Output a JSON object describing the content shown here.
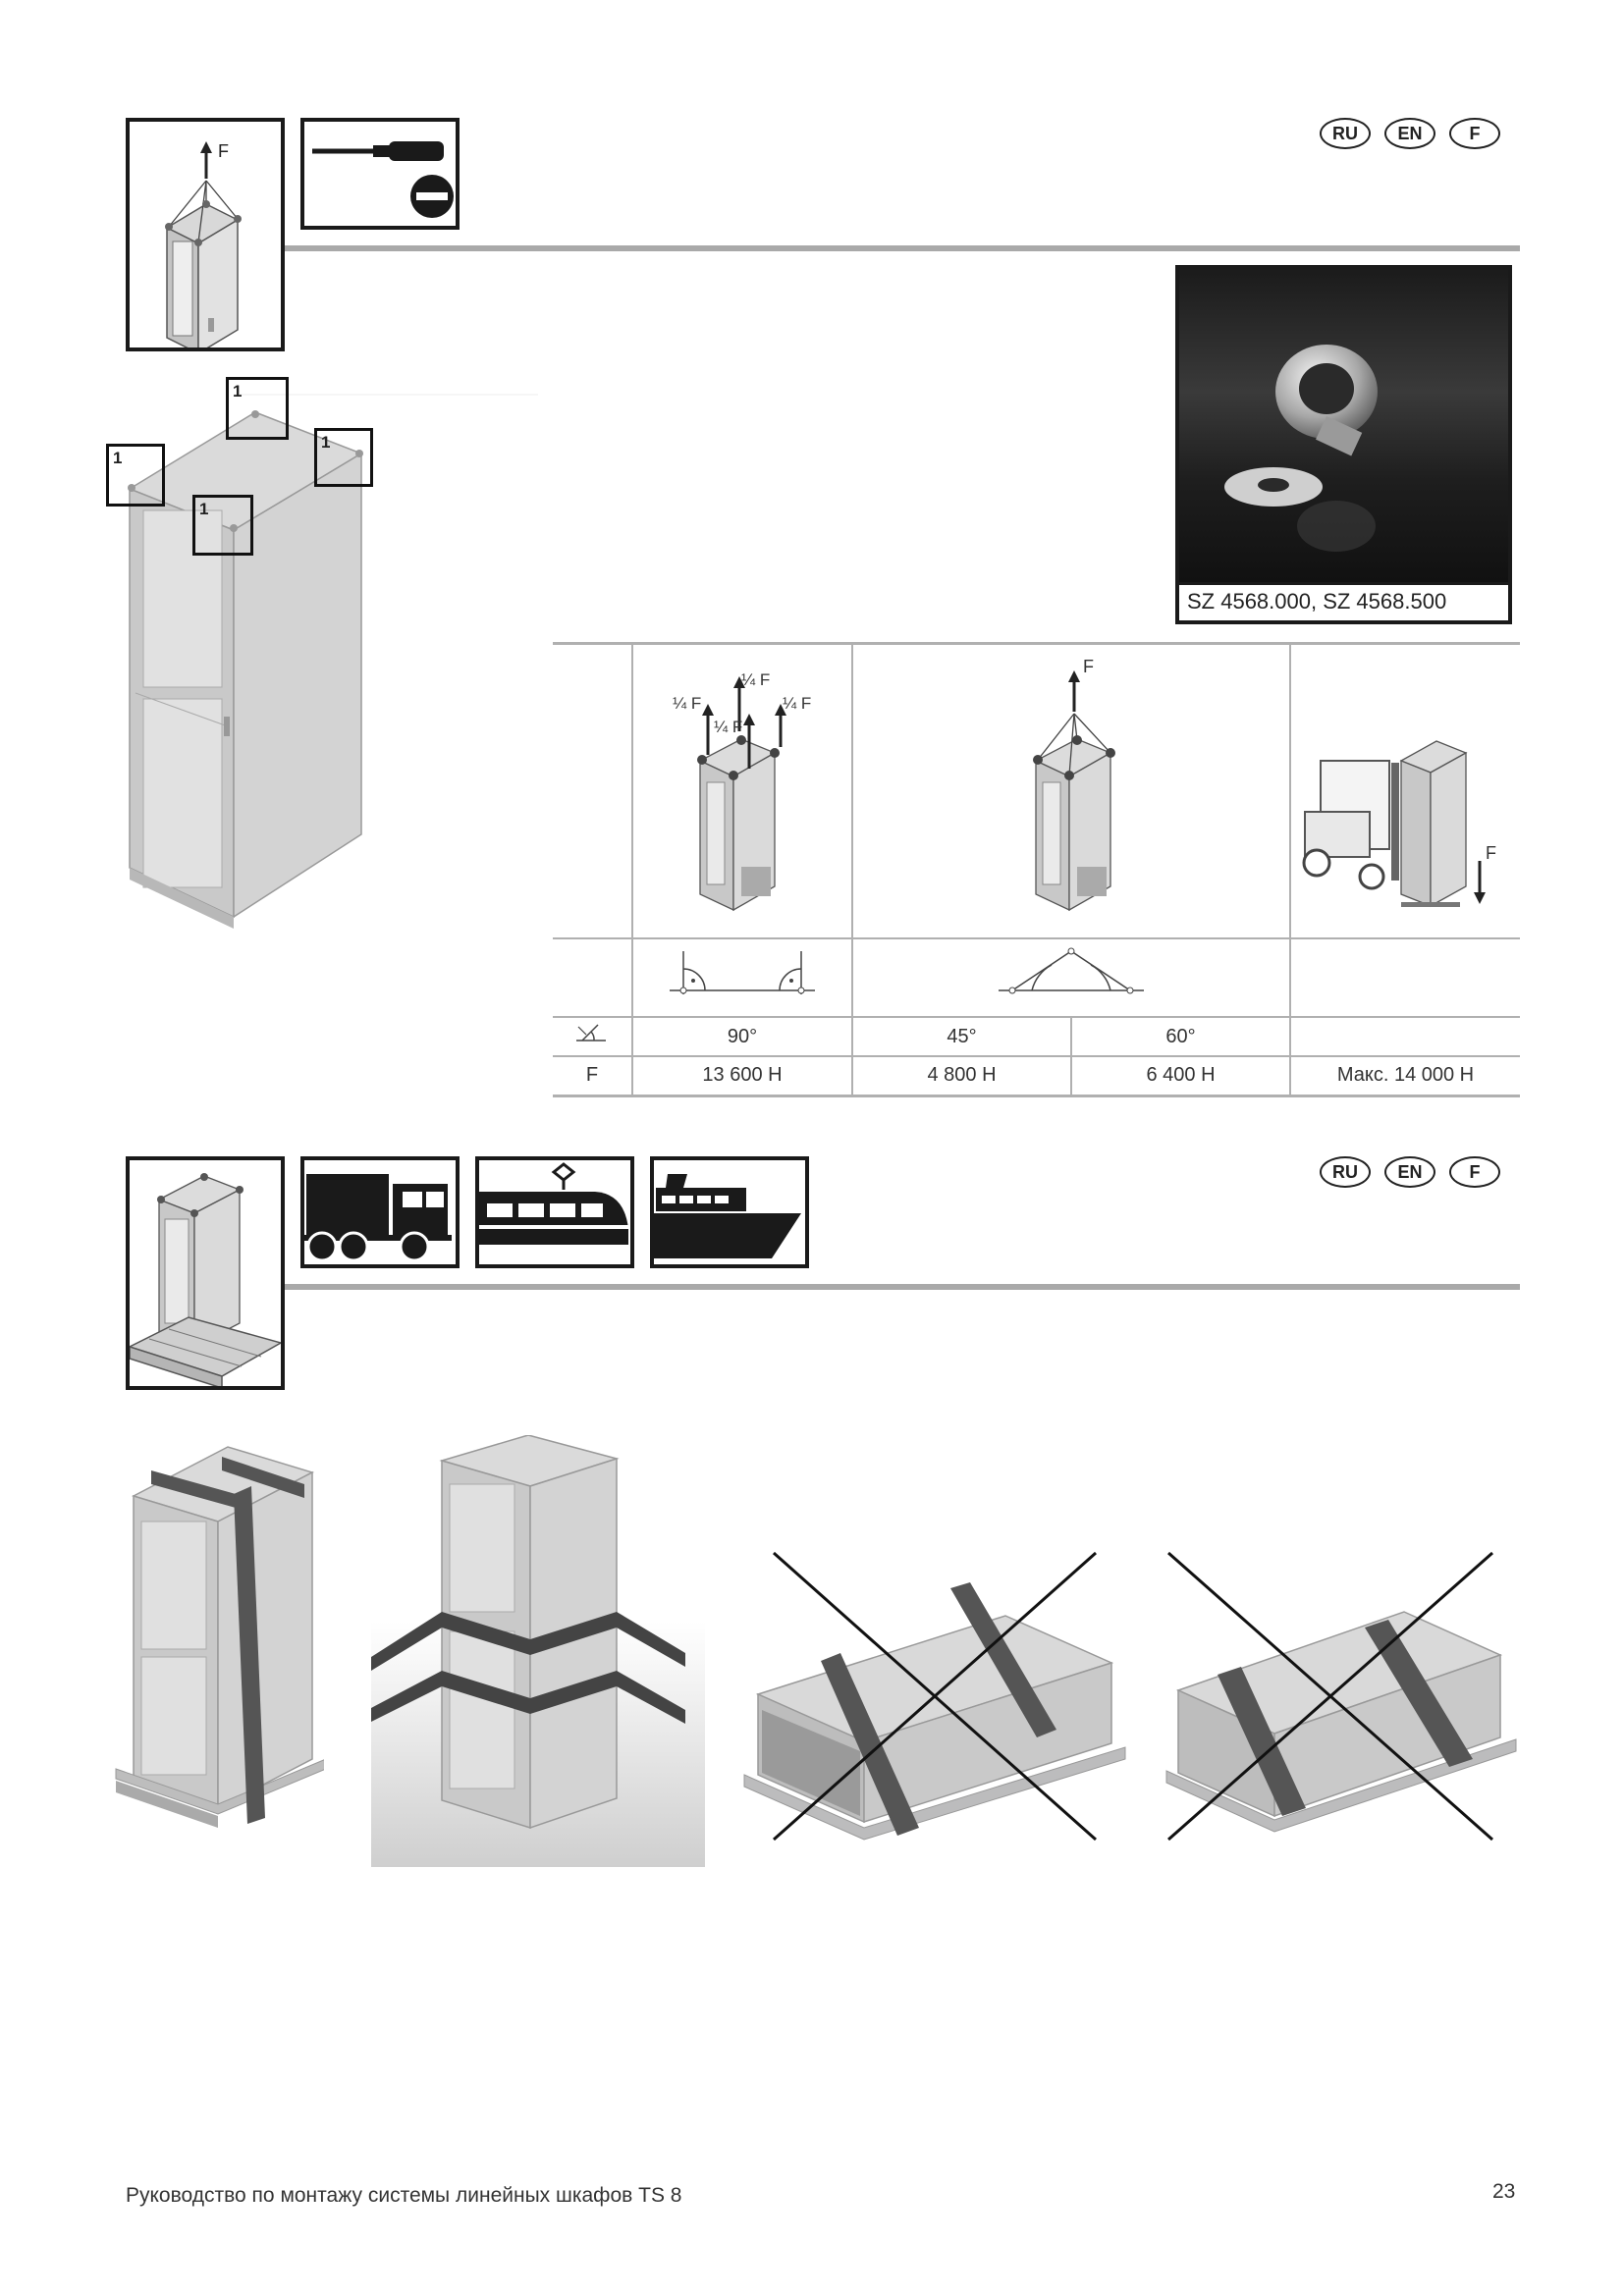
{
  "section1": {
    "languages": [
      "RU",
      "EN",
      "F"
    ],
    "lift_label": "F",
    "product_caption": "SZ 4568.000, SZ 4568.500",
    "callout": "1"
  },
  "lifting_table": {
    "force_labels": {
      "quarter": "¼ F",
      "full": "F"
    },
    "angle_row": [
      "90°",
      "45°",
      "60°"
    ],
    "force_row_label": "F",
    "force_row": [
      "13 600 H",
      "4 800 H",
      "6 400 H",
      "Макс. 14 000 H"
    ]
  },
  "section2": {
    "languages": [
      "RU",
      "EN",
      "F"
    ]
  },
  "footer": {
    "title": "Руководство по монтажу системы линейных шкафов TS 8",
    "page": "23"
  }
}
